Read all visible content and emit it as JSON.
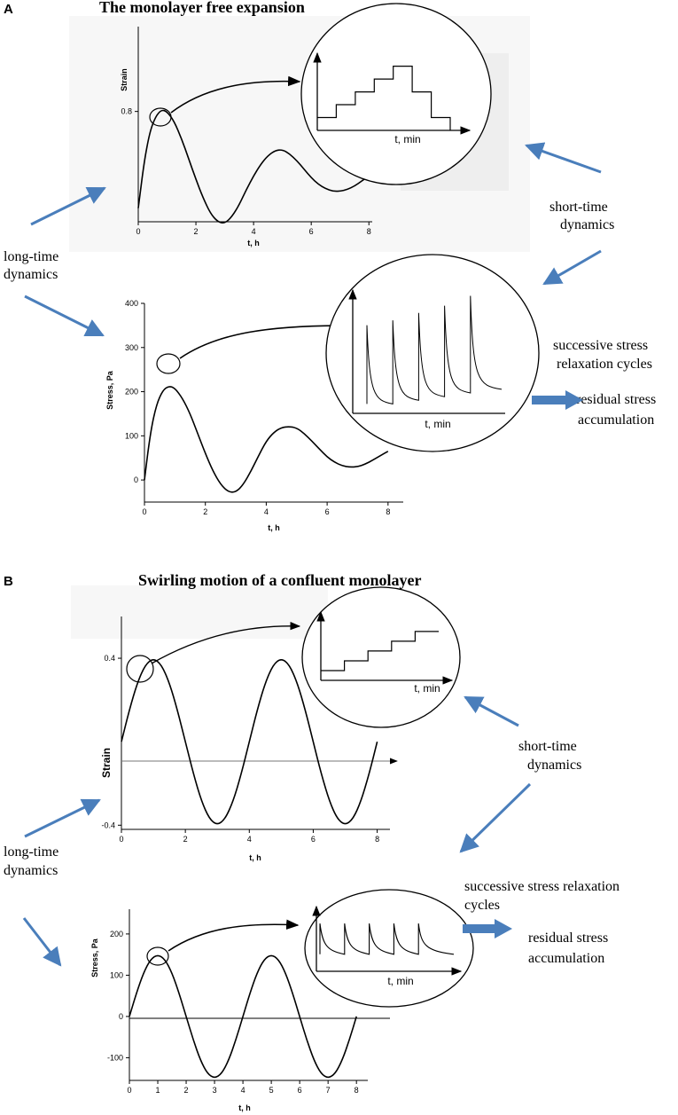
{
  "panels": [
    {
      "letter": "A",
      "title": "The monolayer free expansion",
      "annotations": {
        "long_time": [
          "long-time",
          "dynamics"
        ],
        "short_time": [
          "short-time",
          "dynamics"
        ],
        "relaxation": [
          "successive stress",
          "relaxation cycles"
        ],
        "residual": [
          "residual stress",
          "accumulation"
        ]
      },
      "inset_top": {
        "xlabel": "t, min",
        "type": "staircase",
        "steps": [
          1,
          2,
          3,
          4,
          5,
          3,
          1
        ]
      },
      "inset_bottom": {
        "xlabel": "t, min",
        "type": "relaxation",
        "peaks": [
          0.72,
          0.76,
          0.82,
          0.88,
          0.96
        ],
        "baselines": [
          0.12,
          0.15,
          0.18,
          0.21,
          0.24
        ]
      }
    },
    {
      "letter": "B",
      "title": "Swirling motion of a confluent monolayer",
      "annotations": {
        "long_time": [
          "long-time",
          "dynamics"
        ],
        "short_time": [
          "short-time",
          "dynamics"
        ],
        "relaxation": [
          "successive stress relaxation",
          "cycles"
        ],
        "residual": [
          "residual stress",
          "accumulation"
        ]
      },
      "inset_top": {
        "xlabel": "t, min",
        "type": "staircase",
        "steps": [
          1,
          2,
          3,
          4,
          5
        ]
      },
      "inset_bottom": {
        "xlabel": "t, min",
        "type": "relaxation",
        "peaks": [
          0.72,
          0.72,
          0.72,
          0.72,
          0.72
        ],
        "baselines": [
          0.25,
          0.25,
          0.25,
          0.25,
          0.25
        ]
      }
    }
  ],
  "chart_data": [
    {
      "type": "line",
      "panel": "A",
      "xlabel": "t, h",
      "ylabel": "Strain",
      "xlim": [
        0,
        8.3
      ],
      "ylim": [
        0.15,
        1.3
      ],
      "xticks": [
        "0",
        "2",
        "4",
        "6",
        "8"
      ],
      "yticks": [
        "0.8"
      ],
      "x": [
        0,
        0.2,
        0.4,
        0.6,
        0.8,
        1.0,
        1.25,
        1.5,
        1.75,
        2.0,
        2.25,
        2.5,
        2.75,
        3.0,
        3.25,
        3.5,
        3.75,
        4.0,
        4.25,
        4.5,
        4.75,
        5.0,
        5.25,
        5.5,
        5.75,
        6.0,
        6.25,
        6.5,
        6.75,
        7.0,
        7.25,
        7.5,
        7.75,
        8.0
      ],
      "y": [
        0.23,
        0.5,
        0.68,
        0.77,
        0.81,
        0.8,
        0.74,
        0.64,
        0.52,
        0.4,
        0.29,
        0.2,
        0.15,
        0.14,
        0.18,
        0.25,
        0.34,
        0.42,
        0.49,
        0.54,
        0.57,
        0.575,
        0.55,
        0.51,
        0.46,
        0.41,
        0.37,
        0.345,
        0.33,
        0.33,
        0.34,
        0.36,
        0.39,
        0.42
      ]
    },
    {
      "type": "line",
      "panel": "A",
      "xlabel": "t, h",
      "ylabel": "Stress, Pa",
      "xlim": [
        0,
        8.5
      ],
      "ylim": [
        -50,
        400
      ],
      "xticks": [
        "0",
        "2",
        "4",
        "6",
        "8"
      ],
      "yticks": [
        "0",
        "100",
        "200",
        "300",
        "400"
      ],
      "x": [
        0,
        0.2,
        0.4,
        0.6,
        0.8,
        1.0,
        1.25,
        1.5,
        1.75,
        2.0,
        2.25,
        2.5,
        2.75,
        3.0,
        3.25,
        3.5,
        3.75,
        4.0,
        4.25,
        4.5,
        4.75,
        5.0,
        5.25,
        5.5,
        5.75,
        6.0,
        6.25,
        6.5,
        6.75,
        7.0,
        7.25,
        7.5,
        7.75,
        8.0
      ],
      "y": [
        0,
        110,
        172,
        203,
        213,
        208,
        185,
        150,
        105,
        60,
        20,
        -10,
        -27,
        -28,
        -10,
        20,
        55,
        88,
        108,
        119,
        121,
        118,
        105,
        88,
        70,
        52,
        40,
        32,
        29,
        30,
        36,
        45,
        55,
        65
      ]
    },
    {
      "type": "line",
      "panel": "B",
      "xlabel": "t, h",
      "ylabel": "Strain",
      "xlim": [
        0,
        8.4
      ],
      "ylim": [
        -0.42,
        0.6
      ],
      "xticks": [
        "0",
        "2",
        "4",
        "6",
        "8"
      ],
      "yticks": [
        "0.4",
        "-0.4"
      ],
      "x": [
        0,
        0.25,
        0.5,
        0.75,
        1.0,
        1.25,
        1.5,
        1.75,
        2.0,
        2.25,
        2.5,
        2.75,
        3.0,
        3.25,
        3.5,
        3.75,
        4.0,
        4.25,
        4.5,
        4.75,
        5.0,
        5.25,
        5.5,
        5.75,
        6.0,
        6.25,
        6.5,
        6.75,
        7.0,
        7.25,
        7.5,
        7.75,
        8.0
      ],
      "y": [
        0,
        0.153,
        0.283,
        0.37,
        0.4,
        0.37,
        0.283,
        0.153,
        0,
        -0.153,
        -0.283,
        -0.37,
        -0.4,
        -0.37,
        -0.283,
        -0.153,
        0,
        0.153,
        0.283,
        0.37,
        0.4,
        0.37,
        0.283,
        0.153,
        0,
        -0.153,
        -0.283,
        -0.37,
        -0.4,
        -0.37,
        -0.283,
        -0.153,
        0
      ]
    },
    {
      "type": "line",
      "panel": "B",
      "xlabel": "t, h",
      "ylabel": "Stress, Pa",
      "xlim": [
        0,
        8.4
      ],
      "ylim": [
        -155,
        260
      ],
      "xticks": [
        "0",
        "1",
        "2",
        "3",
        "4",
        "5",
        "6",
        "7",
        "8"
      ],
      "yticks": [
        "200",
        "100",
        "0",
        "-100"
      ],
      "x": [
        0,
        0.25,
        0.5,
        0.75,
        1.0,
        1.25,
        1.5,
        1.75,
        2.0,
        2.25,
        2.5,
        2.75,
        3.0,
        3.25,
        3.5,
        3.75,
        4.0,
        4.25,
        4.5,
        4.75,
        5.0,
        5.25,
        5.5,
        5.75,
        6.0,
        6.25,
        6.5,
        6.75,
        7.0,
        7.25,
        7.5,
        7.75,
        8.0
      ],
      "y": [
        0,
        57,
        106,
        139,
        150,
        139,
        106,
        57,
        0,
        -57,
        -106,
        -139,
        -150,
        -139,
        -106,
        -57,
        0,
        57,
        106,
        139,
        150,
        139,
        106,
        57,
        0,
        -57,
        -106,
        -139,
        -150,
        -139,
        -106,
        -57,
        0
      ]
    }
  ]
}
